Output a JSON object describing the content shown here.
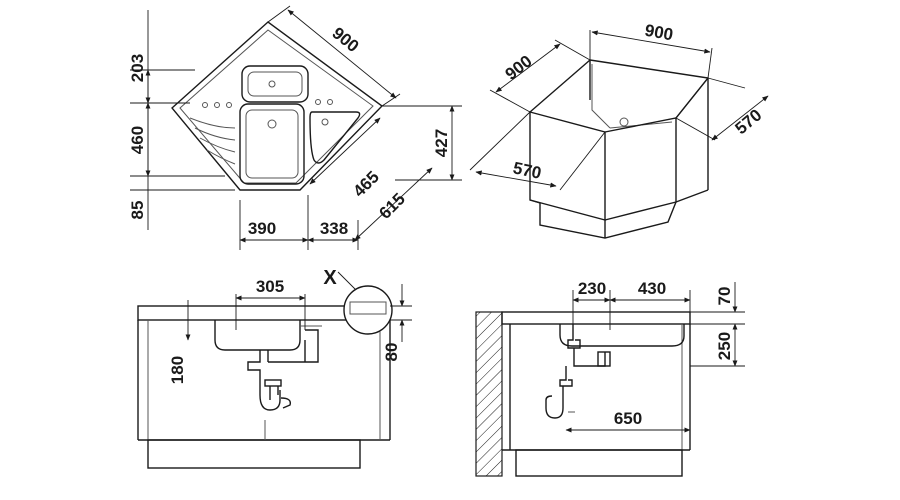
{
  "top_left_plan": {
    "dims": {
      "d203": "203",
      "d460": "460",
      "d85": "85",
      "d900": "900",
      "d427": "427",
      "d465": "465",
      "d615": "615",
      "d390": "390",
      "d338": "338"
    }
  },
  "top_right_cabinet": {
    "dims": {
      "d900_left": "900",
      "d900_top": "900",
      "d570_right": "570",
      "d570_bottom": "570"
    }
  },
  "bottom_left_front": {
    "dims": {
      "d305": "305",
      "d180": "180",
      "d80": "80"
    },
    "detail_marker": "X"
  },
  "bottom_right_side": {
    "dims": {
      "d230": "230",
      "d430": "430",
      "d70": "70",
      "d250": "250",
      "d650": "650"
    }
  },
  "colors": {
    "line": "#1a1a1a",
    "background": "#ffffff"
  }
}
